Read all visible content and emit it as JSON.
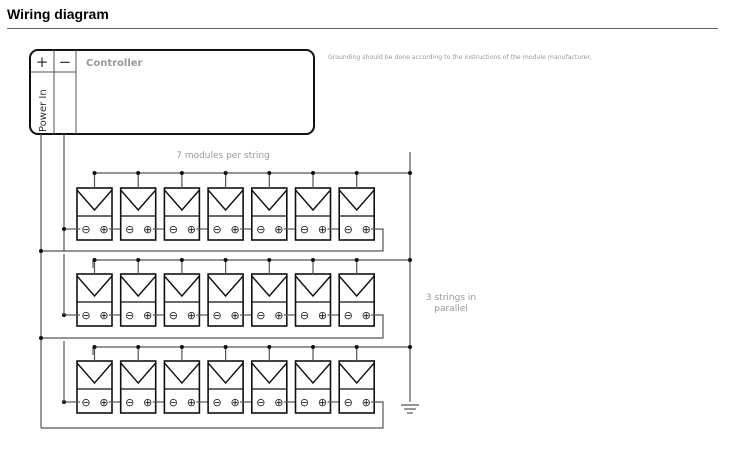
{
  "page": {
    "title": "Wiring diagram"
  },
  "diagram": {
    "controller": {
      "label": "Controller",
      "plus_symbol": "+",
      "minus_symbol": "−",
      "power_in_label": "Power In"
    },
    "grounding_note": "Grounding should be done according to the instructions of the module manufacturer.",
    "modules_per_string_label": "7 modules per string",
    "strings_label_line1": "3 strings in",
    "strings_label_line2": "parallel",
    "modules_per_string": 7,
    "string_count": 3,
    "terminal_minus": "⊖",
    "terminal_plus": "⊕",
    "colors": {
      "wire": "#555555",
      "module_border": "#111111",
      "label": "#999999"
    },
    "icons": [
      "ground-icon",
      "solar-module-icon"
    ]
  }
}
